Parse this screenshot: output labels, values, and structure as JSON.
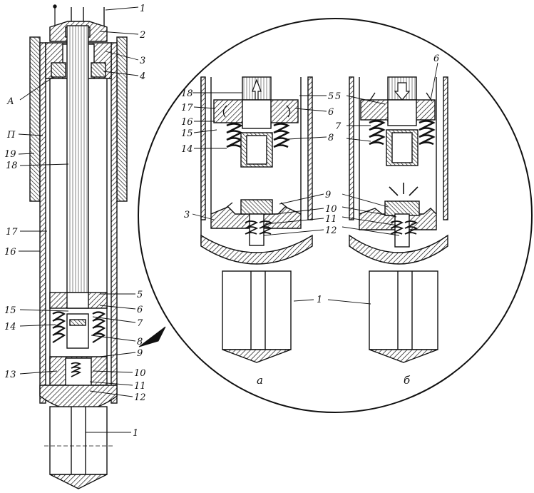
{
  "labels": {
    "l1": "1",
    "l2": "2",
    "l3": "3",
    "l4": "4",
    "lA": "А",
    "lP": "П",
    "l19": "19",
    "l18": "18",
    "l17": "17",
    "l16": "16",
    "l5": "5",
    "l6": "6",
    "l15": "15",
    "l7": "7",
    "l14": "14",
    "l8": "8",
    "l9": "9",
    "l13": "13",
    "l10": "10",
    "l11": "11",
    "l12": "12",
    "l1b": "1"
  },
  "detail_a": {
    "caption": "а",
    "labels": {
      "l18": "18",
      "l17": "17",
      "l16": "16",
      "l15": "15",
      "l14": "14",
      "l5": "5",
      "l6": "6",
      "l8": "8",
      "l9": "9",
      "l10": "10",
      "l11": "11",
      "l12": "12",
      "l3": "3"
    }
  },
  "detail_b": {
    "caption": "б",
    "labels": {
      "l6top": "6",
      "l5": "5",
      "l7": "7",
      "l1": "1"
    }
  },
  "colors": {
    "ink": "#111111",
    "paper": "#ffffff"
  }
}
